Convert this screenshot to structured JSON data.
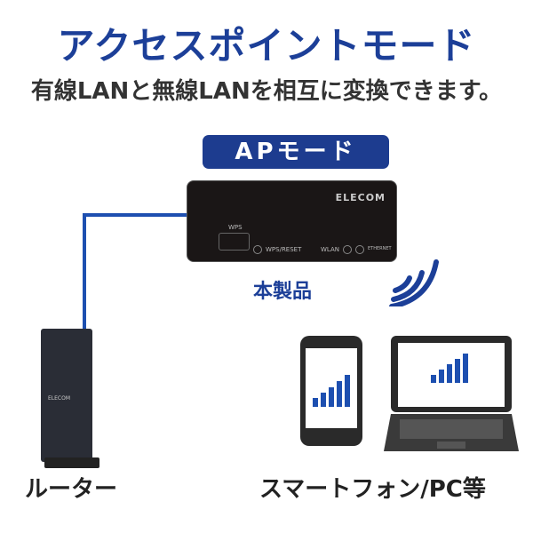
{
  "title": "アクセスポイントモード",
  "subtitle": "有線LANと無線LANを相互に変換できます。",
  "badge": "APモード",
  "device": {
    "brand": "ELECOM",
    "wps": "WPS",
    "wps_reset": "WPS/RESET",
    "wlan": "WLAN",
    "ethernet": "ETHERNET"
  },
  "product_label": "本製品",
  "router": {
    "brand": "ELECOM",
    "label": "ルーター"
  },
  "clients_label": "スマートフォン/PC等",
  "colors": {
    "accent": "#1c3f98",
    "line": "#1d4fb0"
  }
}
